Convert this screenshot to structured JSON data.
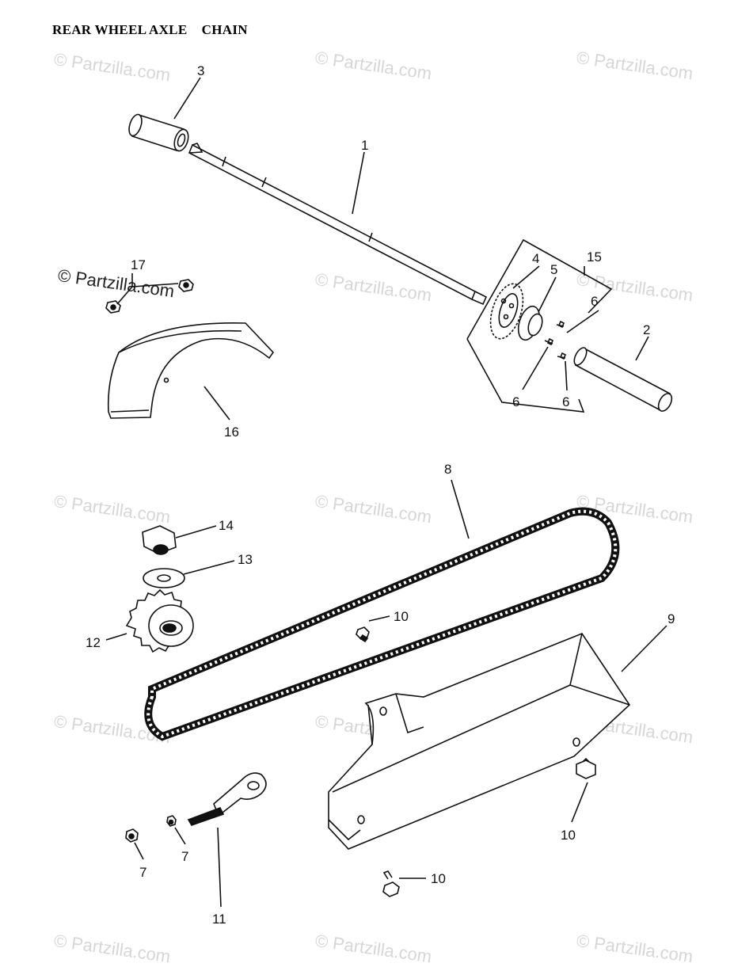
{
  "title": "REAR WHEEL AXLE    CHAIN",
  "watermark": "© Partzilla.com",
  "callouts": {
    "c1": "1",
    "c2": "2",
    "c3": "3",
    "c4": "4",
    "c5": "5",
    "c6a": "6",
    "c6b": "6",
    "c6c": "6",
    "c7a": "7",
    "c7b": "7",
    "c8": "8",
    "c9": "9",
    "c10a": "10",
    "c10b": "10",
    "c10c": "10",
    "c11": "11",
    "c12": "12",
    "c13": "13",
    "c14": "14",
    "c15": "15",
    "c16": "16",
    "c17": "17"
  }
}
